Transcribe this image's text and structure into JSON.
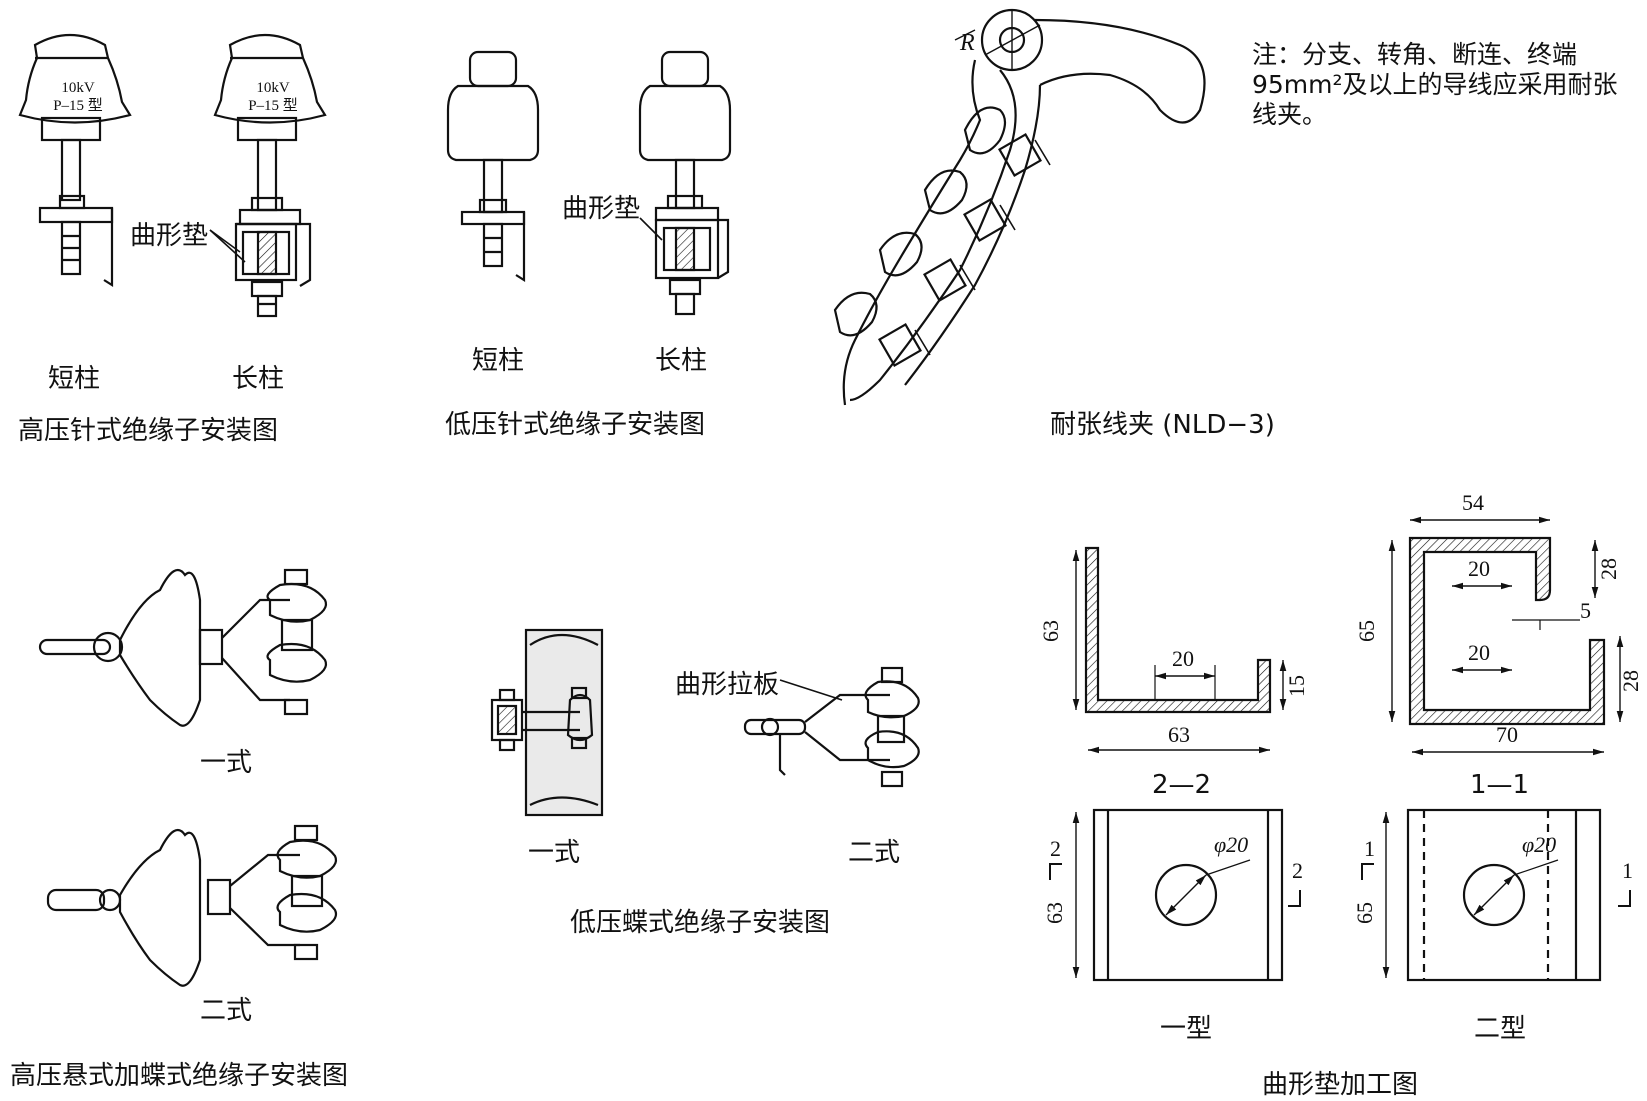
{
  "sections": {
    "hv_pin": {
      "caption": "高压针式绝缘子安装图",
      "short_label": "短柱",
      "long_label": "长柱",
      "insulator_voltage": "10kV",
      "insulator_model": "P–15 型",
      "pad_label": "曲形垫"
    },
    "lv_pin": {
      "caption": "低压针式绝缘子安装图",
      "short_label": "短柱",
      "long_label": "长柱",
      "pad_label": "曲形垫"
    },
    "tension_clamp": {
      "caption": "耐张线夹 (NLD−3)",
      "radius_label": "R",
      "note": "注：分支、转角、断连、终端95mm²及以上的导线应采用耐张线夹。"
    },
    "hv_suspension": {
      "caption": "高压悬式加蝶式绝缘子安装图",
      "type1": "一式",
      "type2": "二式"
    },
    "lv_butterfly": {
      "caption": "低压蝶式绝缘子安装图",
      "type1": "一式",
      "type2": "二式",
      "plate_label": "曲形拉板"
    },
    "pad_machining": {
      "caption": "曲形垫加工图",
      "section_22": "2—2",
      "section_11": "1—1",
      "type1": "一型",
      "type2": "二型",
      "dims_22": {
        "height": "63",
        "slot": "20",
        "lip": "15",
        "width": "63"
      },
      "dims_11": {
        "top": "54",
        "height": "65",
        "slot_top": "20",
        "gap": "5",
        "slot_bottom": "20",
        "upper": "28",
        "lower": "28",
        "width": "70"
      },
      "plan1": {
        "hole": "φ20",
        "height": "63",
        "mark": "2"
      },
      "plan2": {
        "hole": "φ20",
        "height": "65",
        "mark": "1"
      }
    }
  }
}
